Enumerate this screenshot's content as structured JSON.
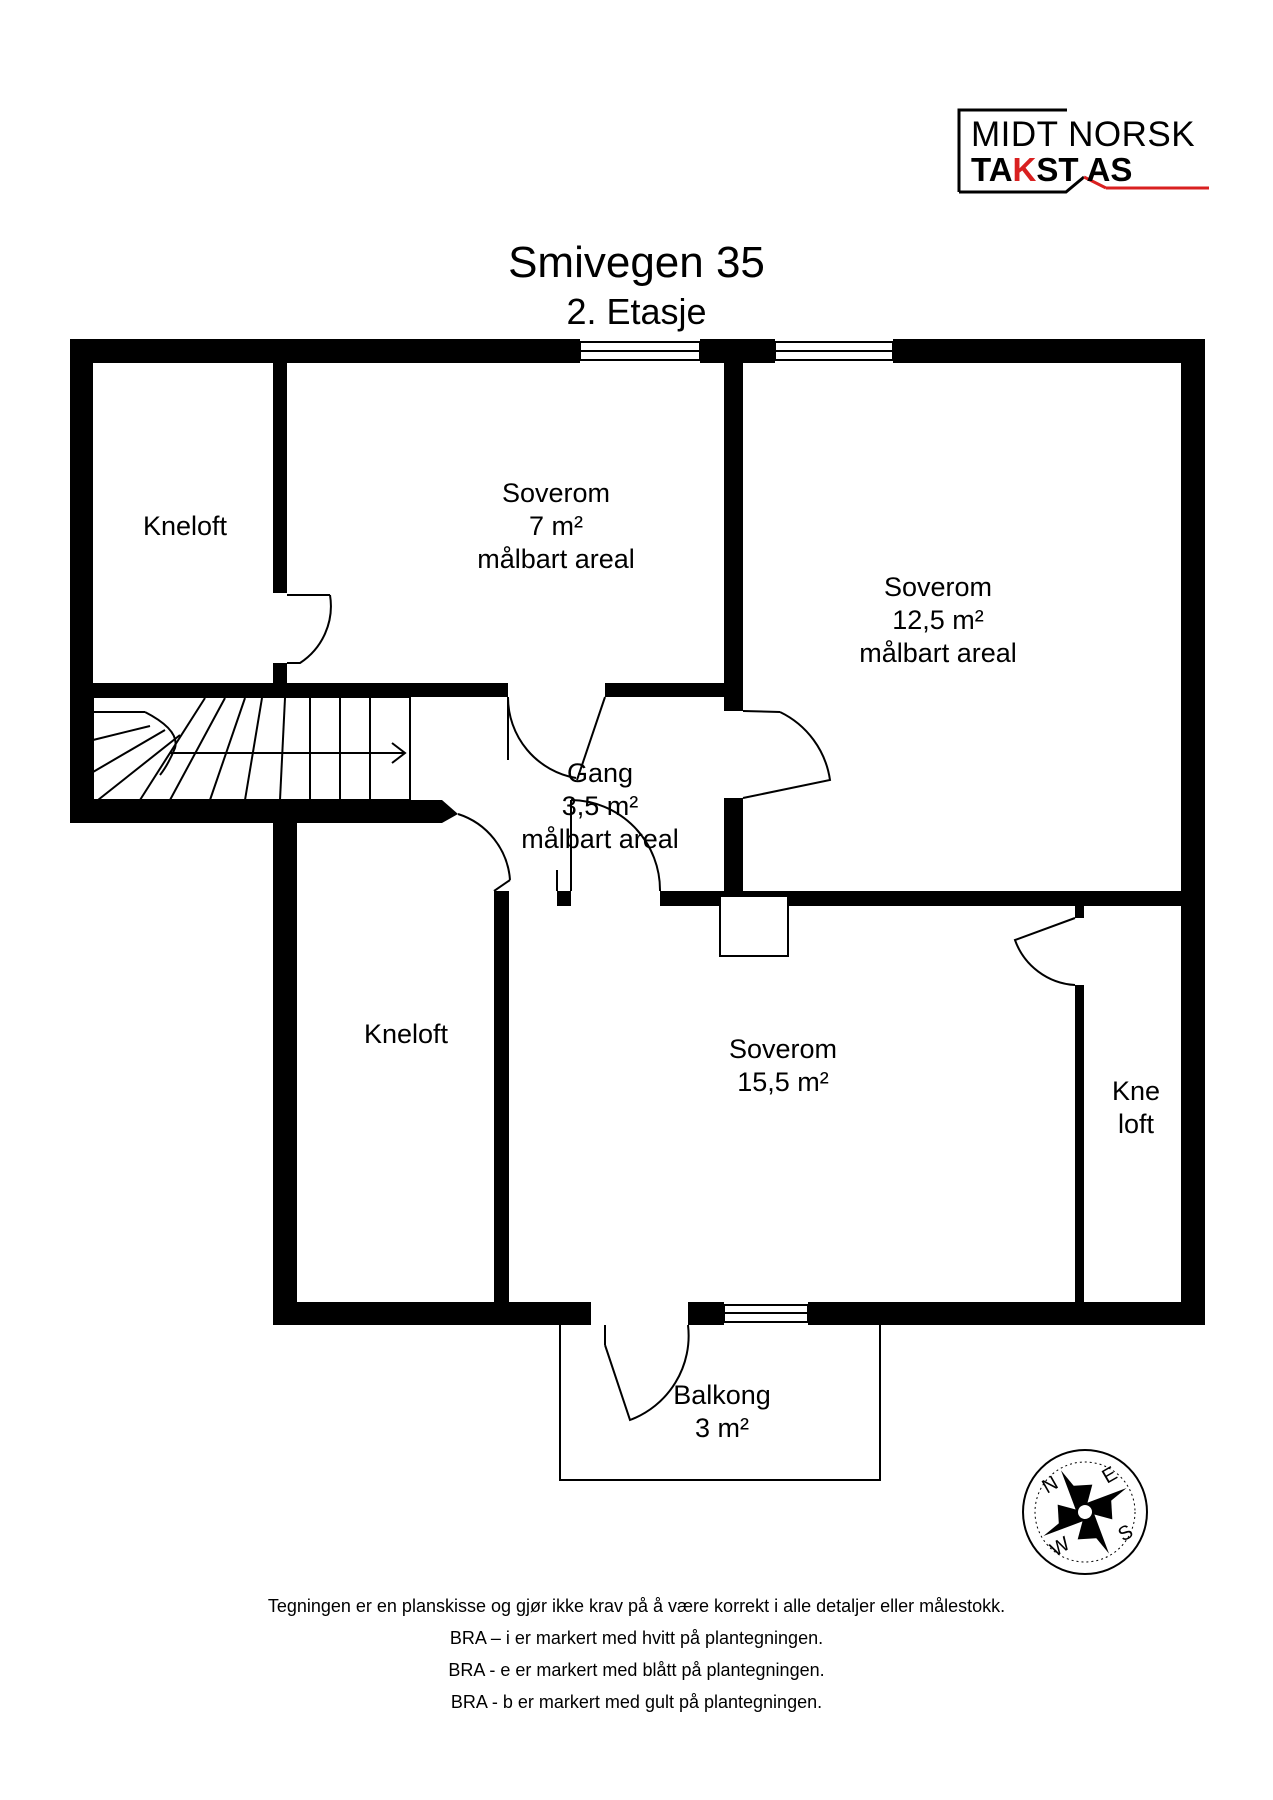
{
  "logo": {
    "line1": "MIDT NORSK",
    "line2_a": "TA",
    "line2_k": "K",
    "line2_b": "ST AS"
  },
  "title": "Smivegen 35",
  "subtitle": "2. Etasje",
  "rooms": {
    "kneloft_top": {
      "name": "Kneloft"
    },
    "soverom_small": {
      "name": "Soverom",
      "area": "7 m²",
      "note": "målbart areal"
    },
    "soverom_mid": {
      "name": "Soverom",
      "area": "12,5 m²",
      "note": "målbart areal"
    },
    "gang": {
      "name": "Gang",
      "area": "3,5 m²",
      "note": "målbart areal"
    },
    "kneloft_left": {
      "name": "Kneloft"
    },
    "soverom_large": {
      "name": "Soverom",
      "area": "15,5 m²"
    },
    "kneloft_right": {
      "line1": "Kne",
      "line2": "loft"
    },
    "balkong": {
      "name": "Balkong",
      "area": "3 m²"
    }
  },
  "compass": {
    "n": "N",
    "e": "E",
    "s": "S",
    "w": "W"
  },
  "notes": [
    "Tegningen er en planskisse og gjør ikke krav på å være korrekt i alle detaljer eller målestokk.",
    "BRA – i er markert med hvitt på plantegningen.",
    "BRA - e er markert med blått på plantegningen.",
    "BRA - b er markert med gult på plantegningen."
  ]
}
